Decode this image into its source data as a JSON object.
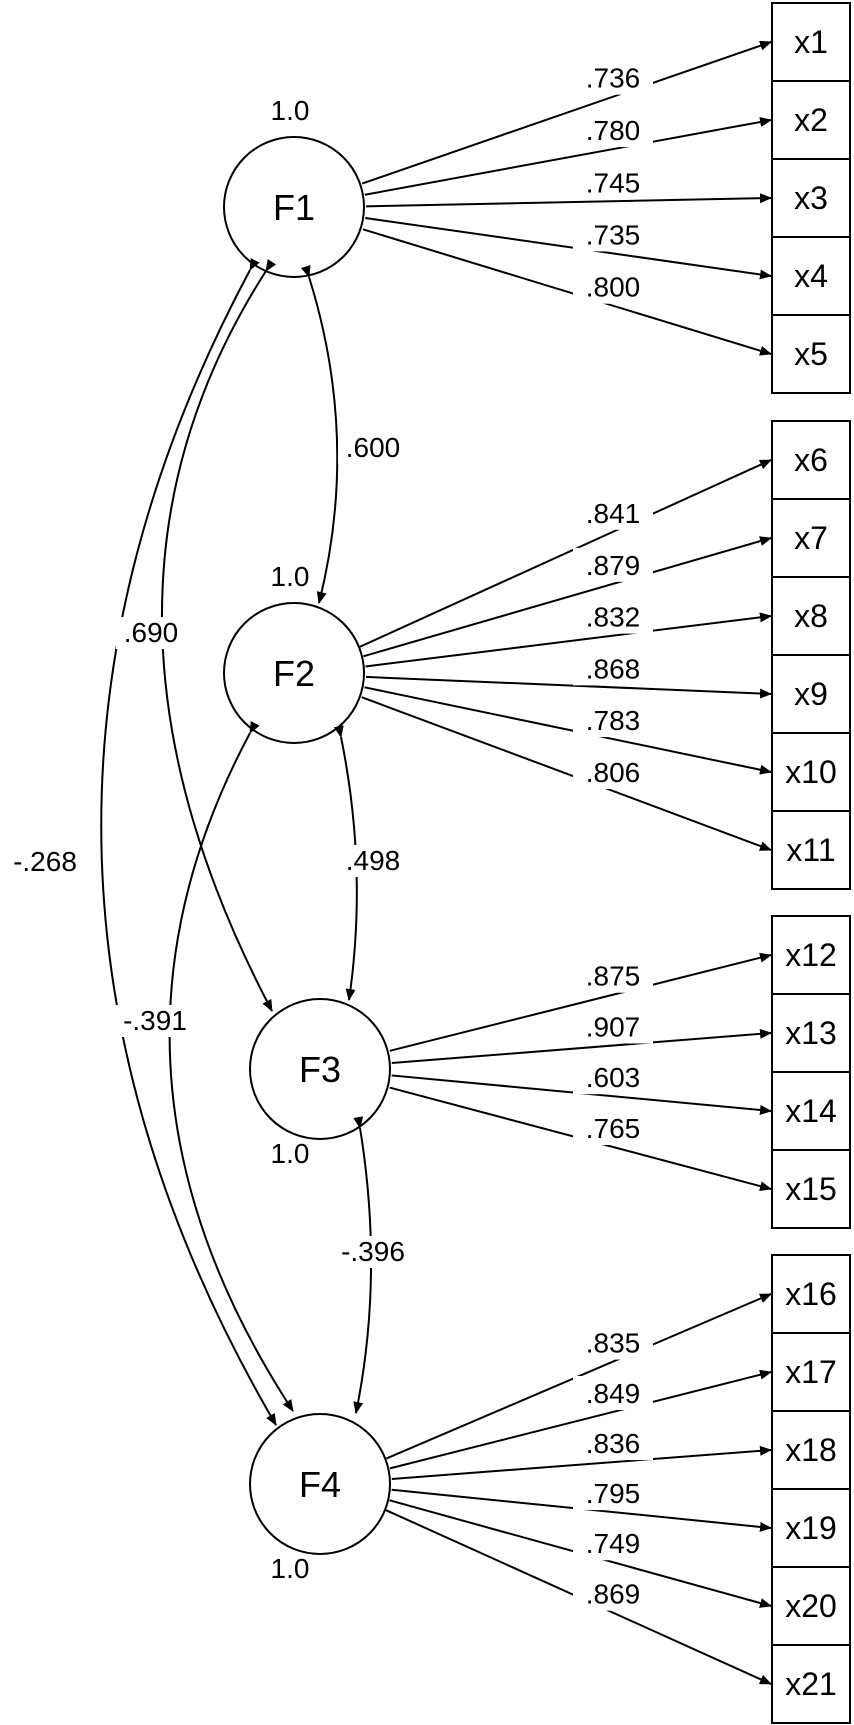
{
  "factors": [
    {
      "id": "F1",
      "label": "F1",
      "variance": "1.0"
    },
    {
      "id": "F2",
      "label": "F2",
      "variance": "1.0"
    },
    {
      "id": "F3",
      "label": "F3",
      "variance": "1.0"
    },
    {
      "id": "F4",
      "label": "F4",
      "variance": "1.0"
    }
  ],
  "indicators": [
    {
      "label": "x1",
      "factor": "F1",
      "loading": ".736"
    },
    {
      "label": "x2",
      "factor": "F1",
      "loading": ".780"
    },
    {
      "label": "x3",
      "factor": "F1",
      "loading": ".745"
    },
    {
      "label": "x4",
      "factor": "F1",
      "loading": ".735"
    },
    {
      "label": "x5",
      "factor": "F1",
      "loading": ".800"
    },
    {
      "label": "x6",
      "factor": "F2",
      "loading": ".841"
    },
    {
      "label": "x7",
      "factor": "F2",
      "loading": ".879"
    },
    {
      "label": "x8",
      "factor": "F2",
      "loading": ".832"
    },
    {
      "label": "x9",
      "factor": "F2",
      "loading": ".868"
    },
    {
      "label": "x10",
      "factor": "F2",
      "loading": ".783"
    },
    {
      "label": "x11",
      "factor": "F2",
      "loading": ".806"
    },
    {
      "label": "x12",
      "factor": "F3",
      "loading": ".875"
    },
    {
      "label": "x13",
      "factor": "F3",
      "loading": ".907"
    },
    {
      "label": "x14",
      "factor": "F3",
      "loading": ".603"
    },
    {
      "label": "x15",
      "factor": "F3",
      "loading": ".765"
    },
    {
      "label": "x16",
      "factor": "F4",
      "loading": ".835"
    },
    {
      "label": "x17",
      "factor": "F4",
      "loading": ".849"
    },
    {
      "label": "x18",
      "factor": "F4",
      "loading": ".836"
    },
    {
      "label": "x19",
      "factor": "F4",
      "loading": ".795"
    },
    {
      "label": "x20",
      "factor": "F4",
      "loading": ".749"
    },
    {
      "label": "x21",
      "factor": "F4",
      "loading": ".869"
    }
  ],
  "correlations": [
    {
      "from": "F1",
      "to": "F2",
      "value": ".600"
    },
    {
      "from": "F2",
      "to": "F3",
      "value": ".498"
    },
    {
      "from": "F3",
      "to": "F4",
      "value": "-.396"
    },
    {
      "from": "F1",
      "to": "F3",
      "value": ".690"
    },
    {
      "from": "F2",
      "to": "F4",
      "value": "-.391"
    },
    {
      "from": "F1",
      "to": "F4",
      "value": "-.268"
    }
  ]
}
